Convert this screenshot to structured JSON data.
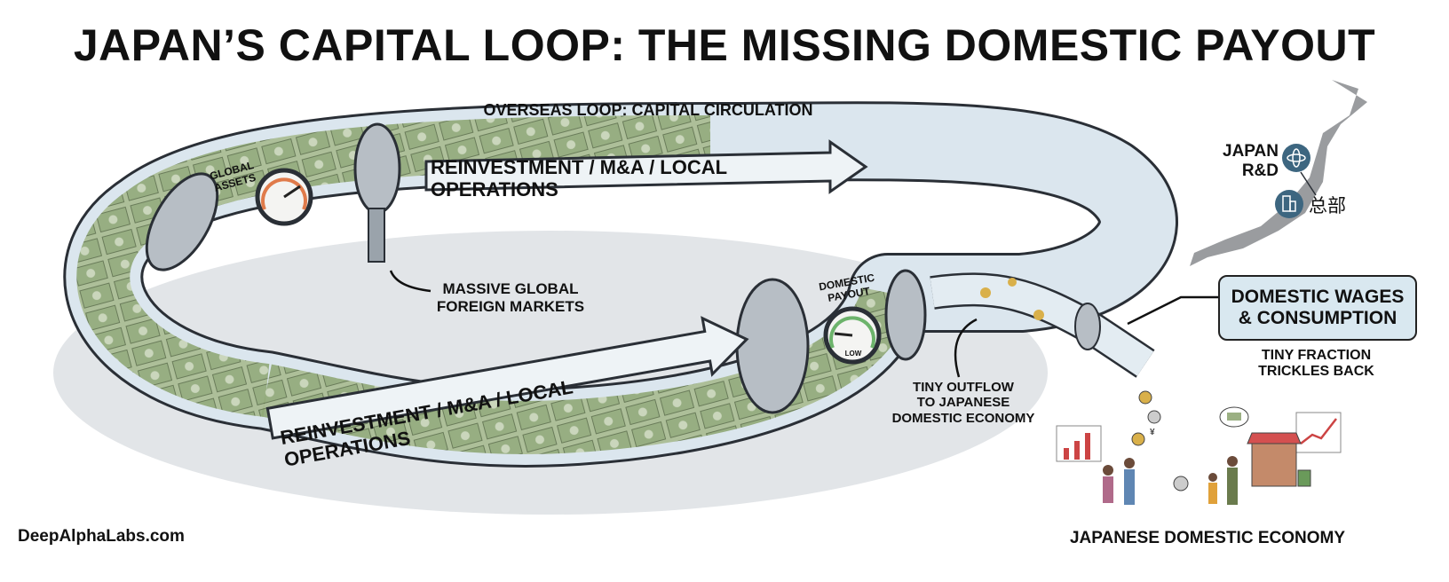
{
  "title": "JAPAN’S CAPITAL LOOP: THE MISSING DOMESTIC PAYOUT",
  "labels": {
    "overseas_loop": "OVERSEAS LOOP: CAPITAL CIRCULATION",
    "global_assets_1": "GLOBAL",
    "global_assets_2": "ASSETS",
    "arrow_top": "REINVESTMENT / M&A / LOCAL OPERATIONS",
    "arrow_bottom": "REINVESTMENT / M&A / LOCAL OPERATIONS",
    "massive_1": "MASSIVE GLOBAL",
    "massive_2": "FOREIGN MARKETS",
    "domestic_payout_1": "DOMESTIC",
    "domestic_payout_2": "PAYOUT",
    "gauge_low": "LOW",
    "tiny_outflow_1": "TINY OUTFLOW",
    "tiny_outflow_2": "TO JAPANESE",
    "tiny_outflow_3": "DOMESTIC ECONOMY",
    "japan_rd_1": "JAPAN",
    "japan_rd_2": "R&D",
    "headquarters": "总部",
    "wages_1": "DOMESTIC WAGES",
    "wages_2": "& CONSUMPTION",
    "trickle_1": "TINY FRACTION",
    "trickle_2": "TRICKLES BACK",
    "domestic_economy": "JAPANESE DOMESTIC ECONOMY",
    "watermark": "DeepAlphaLabs.com",
    "coin_symbol": "¥"
  },
  "colors": {
    "pipe": "#dbe6ee",
    "pipe_outline": "#2a2f36",
    "money": "#9bb083",
    "map": "#9a9c9f",
    "icon_circle": "#3d6680",
    "callout_bg": "#d9e8f0",
    "coin": "#d9b04a"
  }
}
